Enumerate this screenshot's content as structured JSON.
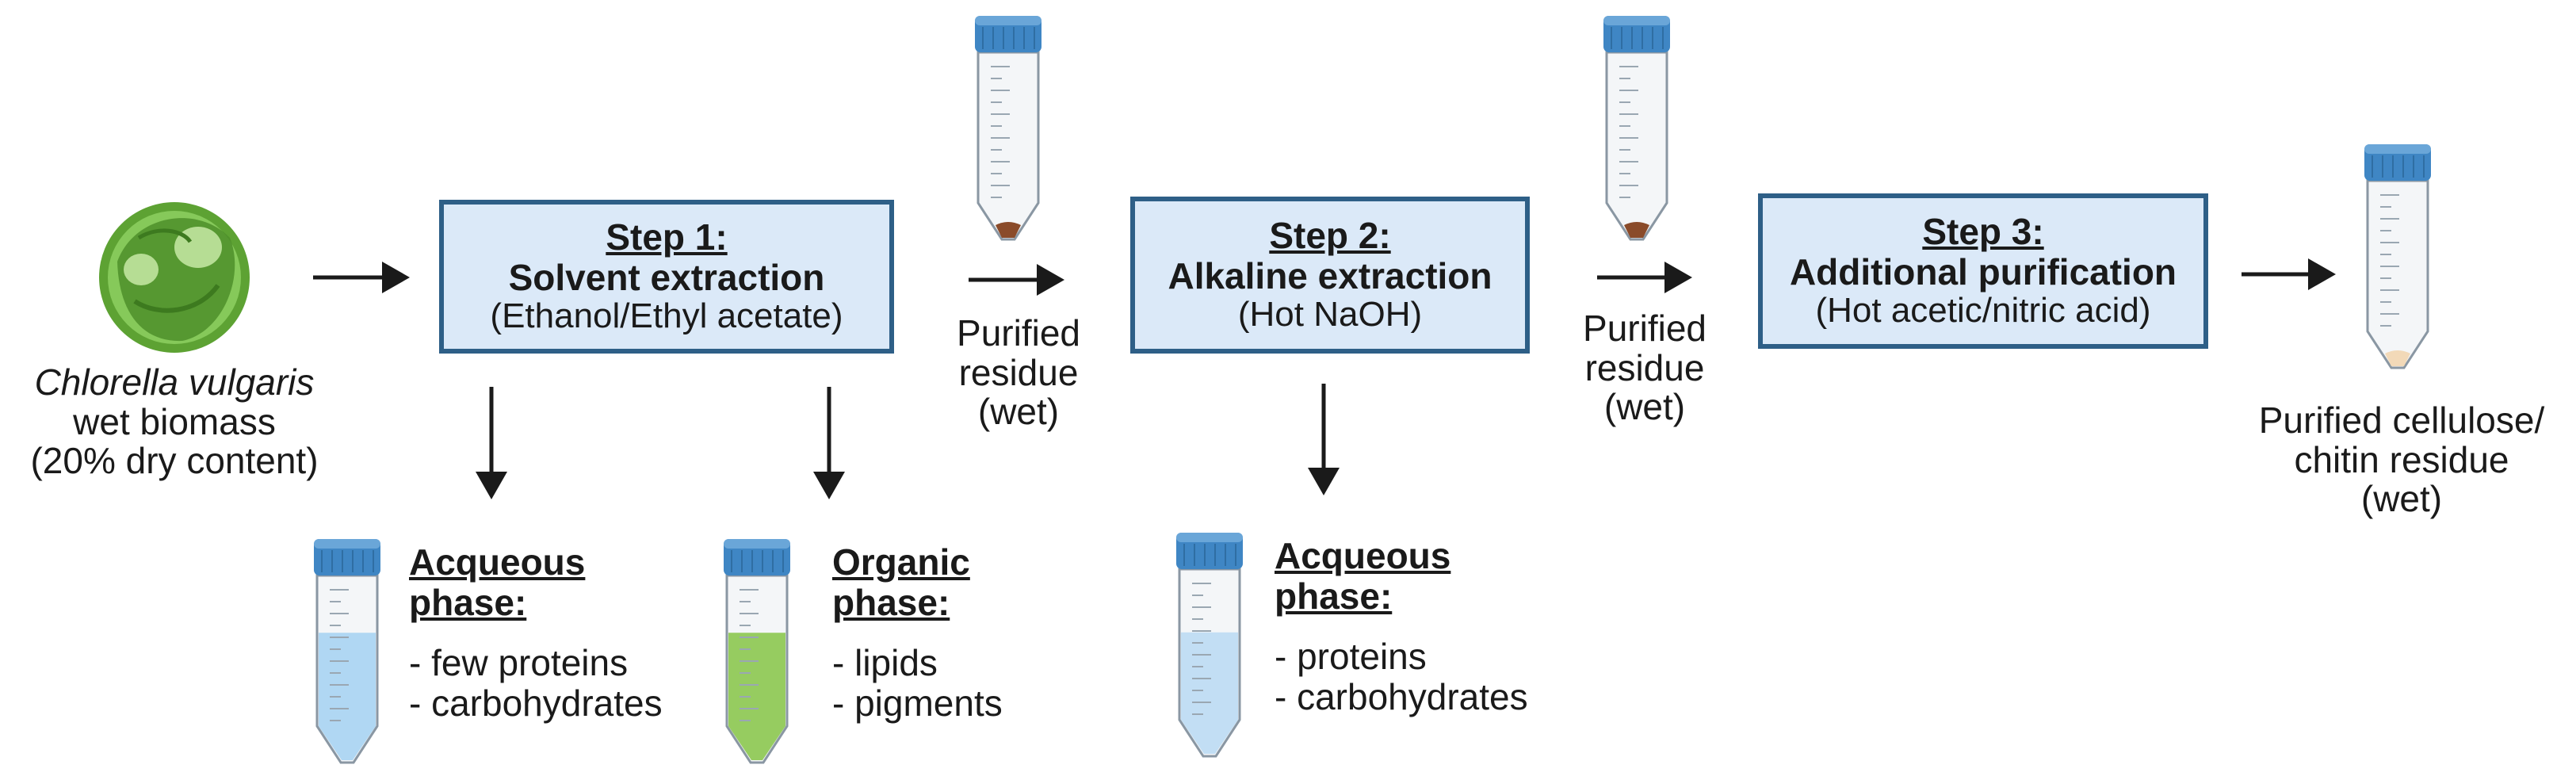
{
  "source": {
    "species": "Chlorella vulgaris",
    "line2": "wet biomass",
    "line3": "(20% dry content)"
  },
  "steps": [
    {
      "heading": "Step 1:",
      "title": "Solvent extraction",
      "detail": "(Ethanol/Ethyl acetate)"
    },
    {
      "heading": "Step 2:",
      "title": "Alkaline extraction",
      "detail": "(Hot NaOH)"
    },
    {
      "heading": "Step 3:",
      "title": "Additional purification",
      "detail": "(Hot acetic/nitric acid)"
    }
  ],
  "residues": [
    {
      "line1": "Purified",
      "line2": "residue",
      "line3": "(wet)"
    },
    {
      "line1": "Purified",
      "line2": "residue",
      "line3": "(wet)"
    }
  ],
  "final_product": {
    "line1": "Purified cellulose/",
    "line2": "chitin residue",
    "line3": "(wet)"
  },
  "phases": [
    {
      "heading_line1": "Acqueous",
      "heading_line2": "phase:",
      "items": [
        "- few proteins",
        "- carbohydrates"
      ],
      "liquid_color": "#a9d4f2"
    },
    {
      "heading_line1": "Organic",
      "heading_line2": "phase:",
      "items": [
        "- lipids",
        "- pigments"
      ],
      "liquid_color": "#8cc84f"
    },
    {
      "heading_line1": "Acqueous",
      "heading_line2": "phase:",
      "items": [
        "- proteins",
        "- carbohydrates"
      ],
      "liquid_color": "#bcdcf3"
    }
  ],
  "colors": {
    "box_fill": "#dbe9f8",
    "box_border": "#2e5f87",
    "tube_cap": "#3f86c4",
    "arrow": "#1a1a1a",
    "cell": "#6cb23c",
    "pellet": "#8a4b2a"
  },
  "icons": {
    "cell": "chlorella-cell-icon",
    "tube": "centrifuge-tube-icon",
    "arrow": "arrow-icon"
  }
}
